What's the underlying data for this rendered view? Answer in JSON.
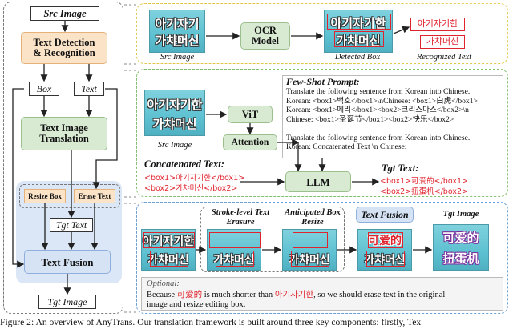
{
  "left": {
    "src_image": "Src Image",
    "text_detection": "Text Detection",
    "recognition": "& Recognition",
    "box": "Box",
    "text": "Text",
    "text_image": "Text Image",
    "translation": "Translation",
    "resize_box": "Resize Box",
    "erase_text": "Erase Text",
    "tgt_text": "Tgt Text",
    "text_fusion": "Text Fusion",
    "tgt_image": "Tgt Image"
  },
  "top": {
    "korean_line1": "아기자기한",
    "korean_line2": "가챠머신",
    "src_caption": "Src Image",
    "ocr_model_line1": "OCR",
    "ocr_model_line2": "Model",
    "detected_caption": "Detected Box",
    "recognized_1": "아기자기한",
    "recognized_2": "가챠머신",
    "recognized_caption": "Recognized Text"
  },
  "middle": {
    "src_caption": "Src Image",
    "vit": "ViT",
    "attention": "Attention",
    "few_shot_title": "Few-Shot Prompt:",
    "prompt_lines": [
      "Translate the following sentence from Korean into Chinese.",
      "Korean: <box1>백호</box1>\\nChinese: <box1>白虎</box1>",
      "Korean: <box1>메리</box1><box2>크리스마스</box2>\\n",
      "Chinese: <box1>圣诞节</box1><box2>快乐</box2>",
      "...",
      "Translate the following sentence from Korean into Chinese.",
      "Korean: Concatenated Text \\n Chinese:"
    ],
    "concat_title": "Concatenated Text:",
    "concat_line1": "<box1>아기자기한</box1>",
    "concat_line2": "<box2>가챠머신</box2>",
    "llm": "LLM",
    "tgt_title": "Tgt Text:",
    "tgt_line1": "<box1>可爱的</box1>",
    "tgt_line2": "<box2>扭蛋机</box2>"
  },
  "bottom": {
    "stroke_title_1": "Stroke-level Text",
    "stroke_title_2": "Erasure",
    "anticipated_1": "Anticipated Box",
    "anticipated_2": "Resize",
    "text_fusion": "Text Fusion",
    "tgt_image": "Tgt Image",
    "chinese_1": "可爱的",
    "chinese_2": "扭蛋机",
    "optional_title": "Optional:",
    "optional_because": "Because ",
    "optional_cn": "可爱的",
    "optional_mid": " is much shorter than ",
    "optional_kr": "아기자기한",
    "optional_end": ", so we should erase text in the original",
    "optional_line2": "image and resize editing box."
  },
  "caption": "Figure 2: An overview of AnyTrans. Our translation framework is built around three key components: firstly, Tex",
  "colors": {
    "yellow_dash": "#e2c64a",
    "green_dash": "#7fbf6a",
    "blue_dash": "#6a9fd8",
    "gray_dash": "#7a7a7a",
    "red": "#e0242e",
    "purple": "#7a2a9a"
  }
}
